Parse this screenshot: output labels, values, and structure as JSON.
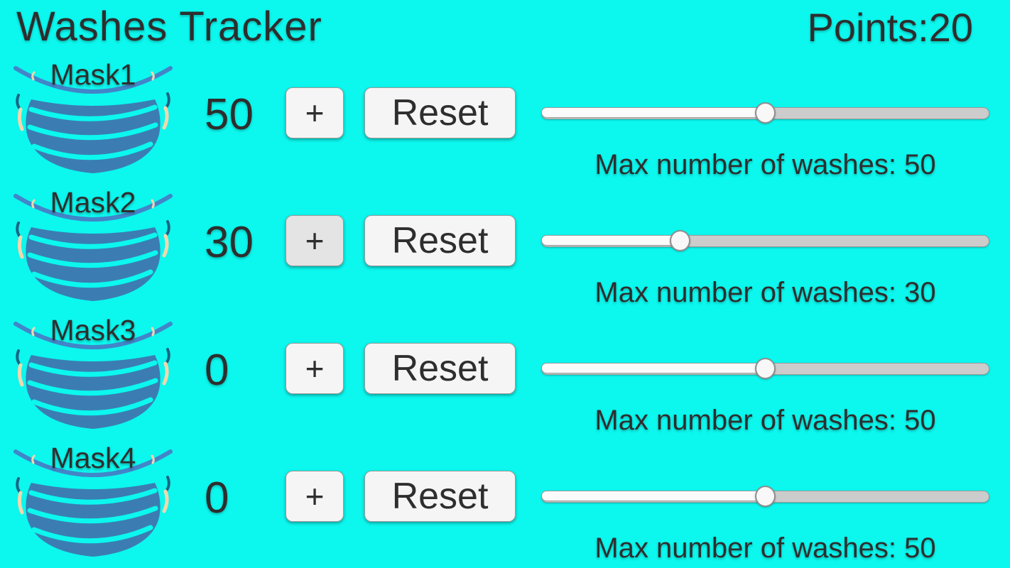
{
  "app": {
    "title": "Washes Tracker",
    "points_label": "Points:",
    "points_value": "20"
  },
  "colors": {
    "background": "#0cf7ee",
    "text": "#2e2e2e",
    "mask_body": "#3b7db2",
    "mask_strap": "#4285c8",
    "mask_accent_peach": "#f4d7ac",
    "mask_accent_teal": "#1a6584",
    "button_bg": "#f5f5f5",
    "button_bg_pressed": "#e4e4e4",
    "button_border": "#9b9b9b",
    "slider_fill": "#fbfbfb",
    "slider_track": "#cccccc",
    "slider_border": "#9c9c9c",
    "slider_thumb": "#f8f8f8",
    "slider_thumb_border": "#8f8f8f"
  },
  "rows": [
    {
      "label": "Mask1",
      "count": "50",
      "plus_label": "+",
      "plus_pressed": false,
      "reset_label": "Reset",
      "max_label": "Max number of washes: ",
      "max_value": "50",
      "slider_percent": 50
    },
    {
      "label": "Mask2",
      "count": "30",
      "plus_label": "+",
      "plus_pressed": true,
      "reset_label": "Reset",
      "max_label": "Max number of washes: ",
      "max_value": "30",
      "slider_percent": 30
    },
    {
      "label": "Mask3",
      "count": "0",
      "plus_label": "+",
      "plus_pressed": false,
      "reset_label": "Reset",
      "max_label": "Max number of washes: ",
      "max_value": "50",
      "slider_percent": 50
    },
    {
      "label": "Mask4",
      "count": "0",
      "plus_label": "+",
      "plus_pressed": false,
      "reset_label": "Reset",
      "max_label": "Max number of washes: ",
      "max_value": "50",
      "slider_percent": 50
    }
  ]
}
